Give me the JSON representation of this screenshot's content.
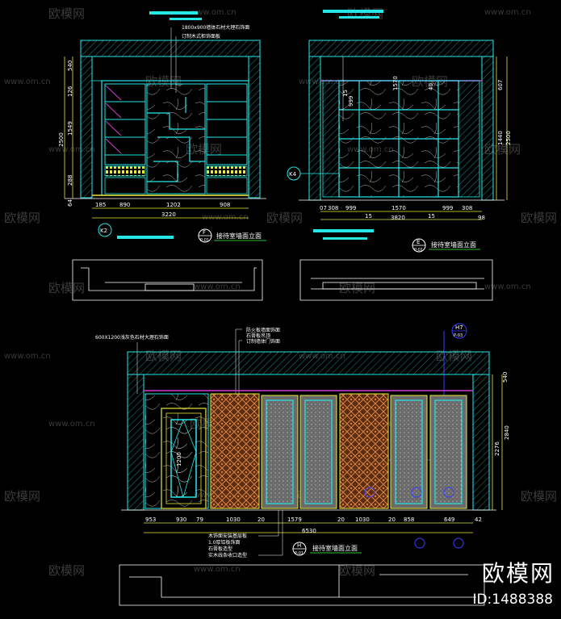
{
  "watermark": {
    "brand_cn": "欧模网",
    "site": "www.om.cn"
  },
  "branding": {
    "name": "欧模网",
    "id_label": "ID:1488388"
  },
  "colors": {
    "cyan": "#29e6e6",
    "yellow": "#e8e83a",
    "magenta": "#d23ad2",
    "white": "#ffffff",
    "orange": "#c8682c",
    "blue": "#3c3cff",
    "green": "#30c030"
  },
  "drawings": {
    "elevation_f": {
      "title": "接待室墙面立面",
      "tag_letter": "F",
      "tag_sheet": "P-01",
      "notes": [
        "1800x900墙体石材大理石饰面",
        "订制木式柜饰面板"
      ],
      "dims_bottom": [
        "185",
        "890",
        "1202",
        "908",
        "3220"
      ],
      "dims_left": [
        "2500",
        "1549",
        "288",
        "126",
        "540",
        "64"
      ],
      "marker_k2": "K2"
    },
    "elevation_e": {
      "title": "接待室墙面立面",
      "tag_letter": "E",
      "tag_sheet": "P-01",
      "dims_bottom": [
        "07",
        "308",
        "999",
        "15",
        "1570",
        "15",
        "999",
        "308",
        "3820",
        "98"
      ],
      "dims_top": [
        "1570",
        "999",
        "15",
        "40"
      ],
      "dims_right": [
        "2500",
        "1440",
        "607"
      ],
      "marker_k4": "K4"
    },
    "elevation_h": {
      "title": "接待室墙面立面",
      "tag_letter": "H",
      "tag_sheet": "P-01",
      "notes_top": [
        "600X1200浅灰色石材大理石饰面",
        "防火板墙面饰面",
        "石膏板吊顶",
        "订制墙体门饰面"
      ],
      "notes_bottom": [
        "木饰面安装基层板",
        "1.0厚铝板饰面",
        "石膏板造型",
        "实木线条收口造型"
      ],
      "dims_bottom": [
        "953",
        "930",
        "79",
        "1030",
        "20",
        "1579",
        "20",
        "1030",
        "20",
        "858",
        "649",
        "42",
        "6530"
      ],
      "dims_right": [
        "540",
        "2840",
        "2276"
      ],
      "panel_label": "1200",
      "marker_h7": "H7",
      "marker_sheet": "P-03"
    }
  }
}
